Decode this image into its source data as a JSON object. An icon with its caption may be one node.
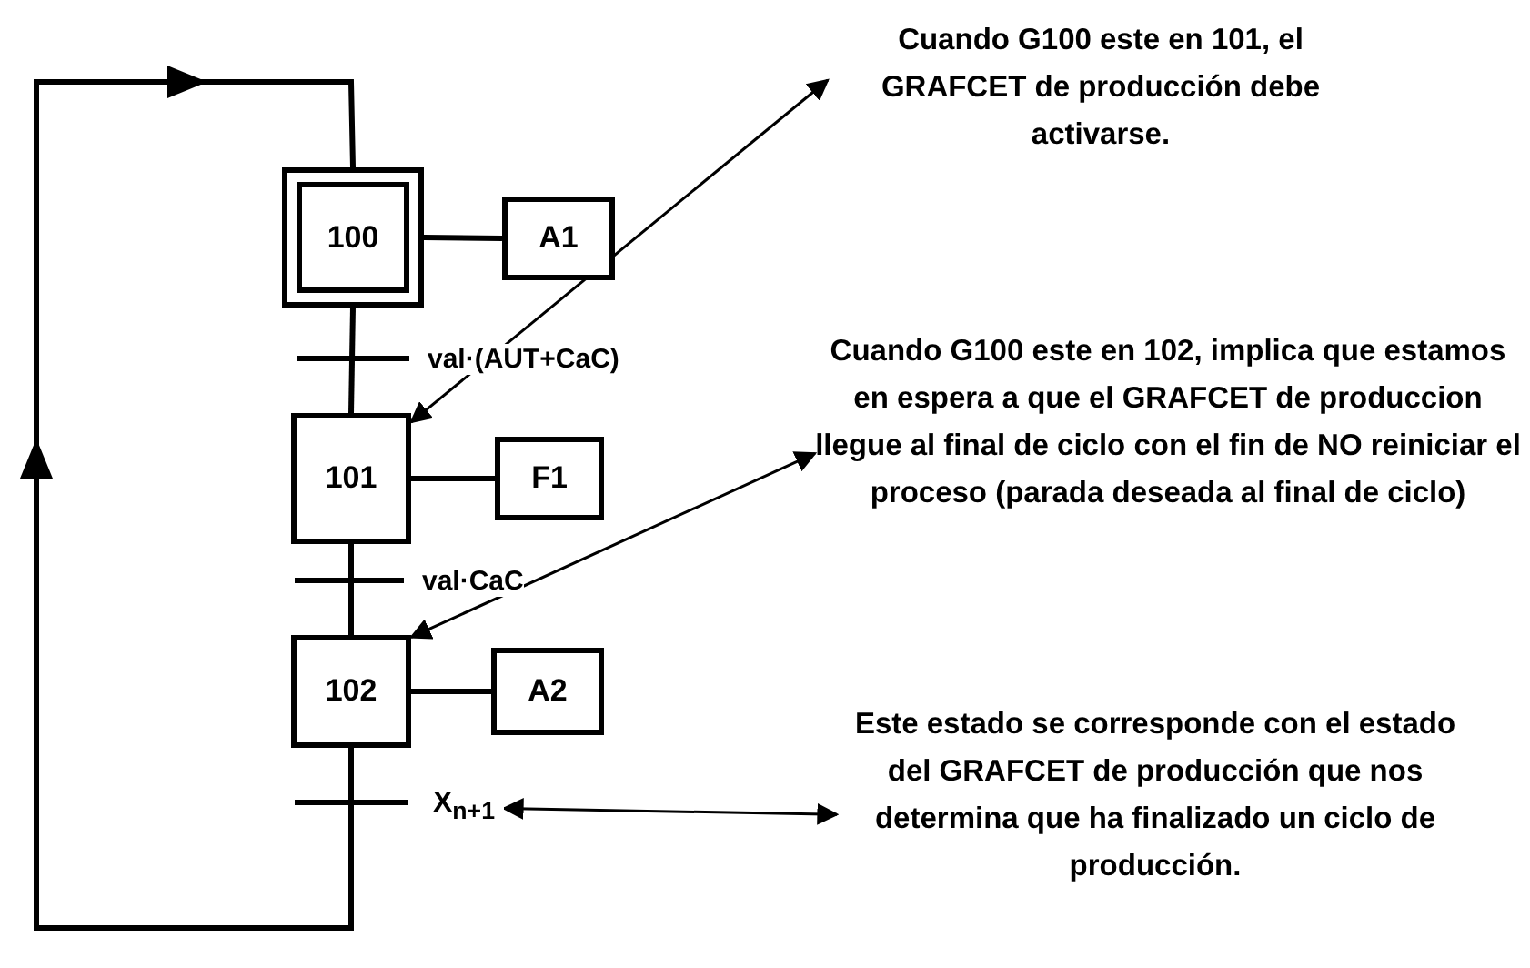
{
  "diagram": {
    "nodes": [
      {
        "text": [
          "100"
        ]
      },
      {
        "text": [
          "A1"
        ]
      },
      {
        "text": [
          "101"
        ]
      },
      {
        "text": [
          "F1"
        ]
      },
      {
        "text": [
          "102"
        ]
      },
      {
        "text": [
          "A2"
        ]
      },
      {
        "text": [
          "Cuando G100 este en 101, el GRAFCET de producción debe activarse."
        ]
      },
      {
        "text": [
          "Cuando G100 este en 102, implica que estamos en espera a que el GRAFCET de produccion llegue al final de ciclo con el fin de NO reiniciar el proceso (parada deseada al final de ciclo)"
        ]
      },
      {
        "text": [
          "Este estado se corresponde con el estado del GRAFCET de producción que nos determina que ha finalizado un ciclo de producción."
        ]
      },
      {
        "text": [
          "X$_{n+1}$"
        ]
      }
    ],
    "edges": [
      {
        "from": 0,
        "to": 2,
        "arrow": "none"
      },
      {
        "from": 2,
        "to": 4,
        "arrow": "none"
      },
      {
        "from": 4,
        "to": 0,
        "arrow": "to"
      },
      {
        "from": 0,
        "to": 1,
        "arrow": "none"
      },
      {
        "from": 2,
        "to": 3,
        "arrow": "none"
      },
      {
        "from": 4,
        "to": 5,
        "arrow": "none"
      },
      {
        "from": 6,
        "to": 2,
        "arrow": "both"
      },
      {
        "from": 7,
        "to": 4,
        "arrow": "both"
      },
      {
        "from": 8,
        "to": 9,
        "arrow": "both"
      }
    ],
    "labels": [
      "val·(AUT+CaC)",
      "val·CaC"
    ]
  }
}
